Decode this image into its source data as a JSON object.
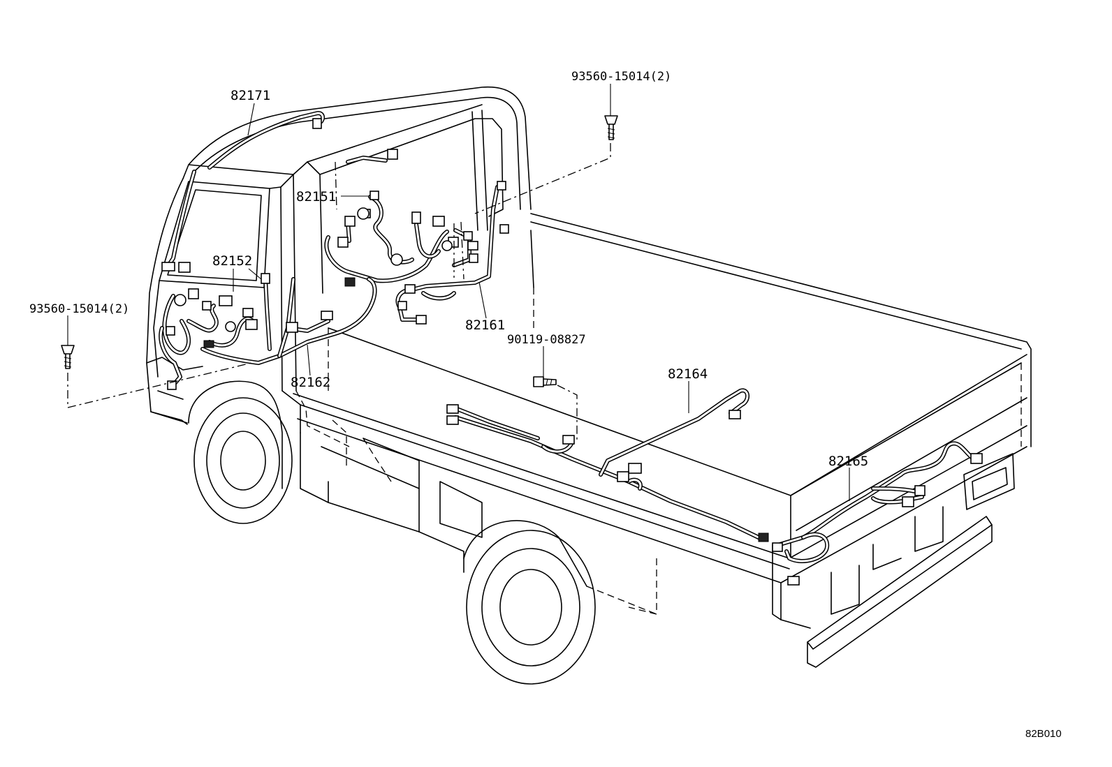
{
  "diagram_code": "82B010",
  "parts": [
    {
      "id": "p-82171",
      "number": "82171"
    },
    {
      "id": "p-82151",
      "number": "82151"
    },
    {
      "id": "p-82152",
      "number": "82152"
    },
    {
      "id": "p-82161",
      "number": "82161"
    },
    {
      "id": "p-82162",
      "number": "82162"
    },
    {
      "id": "p-82164",
      "number": "82164"
    },
    {
      "id": "p-82165",
      "number": "82165"
    }
  ],
  "fasteners": [
    {
      "id": "f-top",
      "number": "93560-15014(2)"
    },
    {
      "id": "f-left",
      "number": "93560-15014(2)"
    },
    {
      "id": "f-bolt",
      "number": "90119-08827"
    }
  ]
}
